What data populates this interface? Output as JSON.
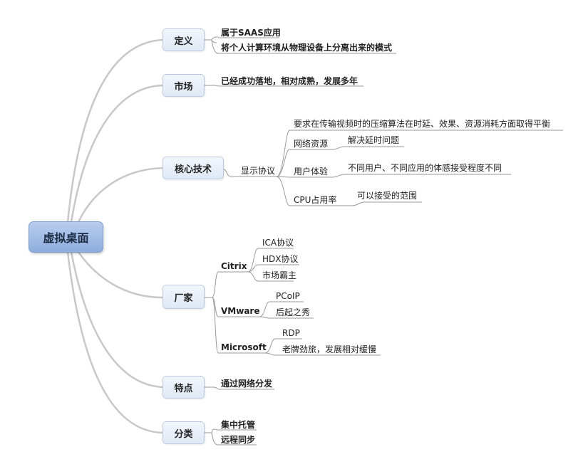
{
  "root": "虚拟桌面",
  "topics": {
    "definition": {
      "label": "定义",
      "items": [
        "属于SAAS应用",
        "将个人计算环境从物理设备上分离出来的模式"
      ]
    },
    "market": {
      "label": "市场",
      "items": [
        "已经成功落地，相对成熟，发展多年"
      ]
    },
    "core_tech": {
      "label": "核心技术",
      "display_protocol": {
        "label": "显示协议",
        "items": [
          "要求在传输视频时的压缩算法在时延、效果、资源消耗方面取得平衡",
          {
            "label": "网络资源",
            "detail": "解决延时问题"
          },
          {
            "label": "用户体验",
            "detail": "不同用户、不同应用的体感接受程度不同"
          },
          {
            "label": "CPU占用率",
            "detail": "可以接受的范围"
          }
        ]
      }
    },
    "vendors": {
      "label": "厂家",
      "citrix": {
        "label": "Citrix",
        "items": [
          "ICA协议",
          "HDX协议",
          "市场霸主"
        ]
      },
      "vmware": {
        "label": "VMware",
        "items": [
          "PCoIP",
          "后起之秀"
        ]
      },
      "microsoft": {
        "label": "Microsoft",
        "items": [
          "RDP",
          "老牌劲旅，发展相对缓慢"
        ]
      }
    },
    "features": {
      "label": "特点",
      "items": [
        "通过网络分发"
      ]
    },
    "category": {
      "label": "分类",
      "items": [
        "集中托管",
        "远程同步"
      ]
    }
  }
}
